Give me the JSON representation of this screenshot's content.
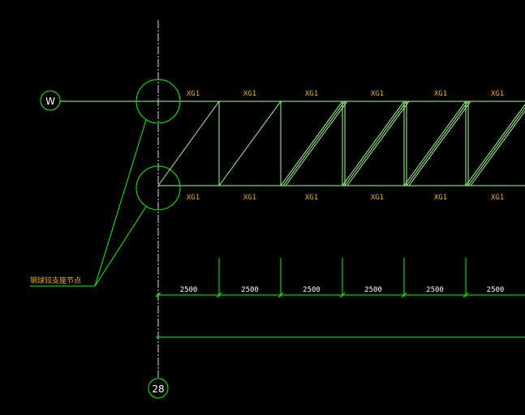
{
  "axes": {
    "row_label": "W",
    "column_label": "28"
  },
  "members": {
    "top": [
      "XG1",
      "XG1",
      "XG1",
      "XG1",
      "XG1",
      "XG1"
    ],
    "bottom": [
      "XG1",
      "XG1",
      "XG1",
      "XG1",
      "XG1",
      "XG1"
    ]
  },
  "dimensions": [
    "2500",
    "2500",
    "2500",
    "2500",
    "2500",
    "2500"
  ],
  "leader_note": "钢球铰支座节点",
  "colors": {
    "line": "#00ff00",
    "truss": "#a0ff90",
    "text": "#f0b020",
    "background": "#000000"
  }
}
